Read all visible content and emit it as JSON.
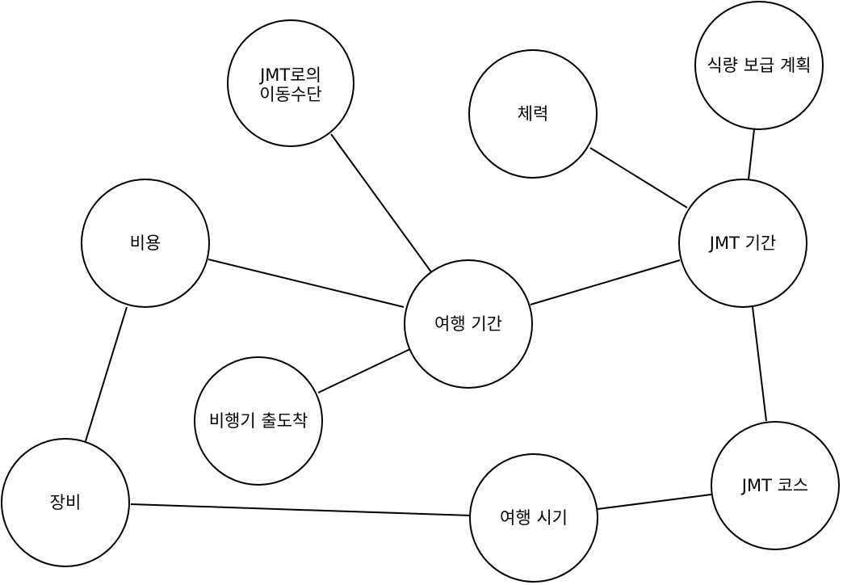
{
  "nodes": {
    "transport": {
      "label_line1": "JMT로의",
      "label_line2": "이동수단"
    },
    "stamina": {
      "label": "체력"
    },
    "supply": {
      "label": "식량 보급 계획"
    },
    "cost": {
      "label": "비용"
    },
    "jmt_duration": {
      "label": "JMT 기간"
    },
    "trip_duration": {
      "label": "여행 기간"
    },
    "flight": {
      "label": "비행기 출도착"
    },
    "equipment": {
      "label": "장비"
    },
    "trip_timing": {
      "label": "여행 시기"
    },
    "jmt_course": {
      "label": "JMT 코스"
    }
  },
  "edges": [
    {
      "from": "transport",
      "to": "trip_duration"
    },
    {
      "from": "cost",
      "to": "trip_duration"
    },
    {
      "from": "flight",
      "to": "trip_duration"
    },
    {
      "from": "trip_duration",
      "to": "jmt_duration"
    },
    {
      "from": "stamina",
      "to": "jmt_duration"
    },
    {
      "from": "supply",
      "to": "jmt_duration"
    },
    {
      "from": "jmt_duration",
      "to": "jmt_course"
    },
    {
      "from": "cost",
      "to": "equipment"
    },
    {
      "from": "equipment",
      "to": "trip_timing"
    },
    {
      "from": "trip_timing",
      "to": "jmt_course"
    }
  ]
}
